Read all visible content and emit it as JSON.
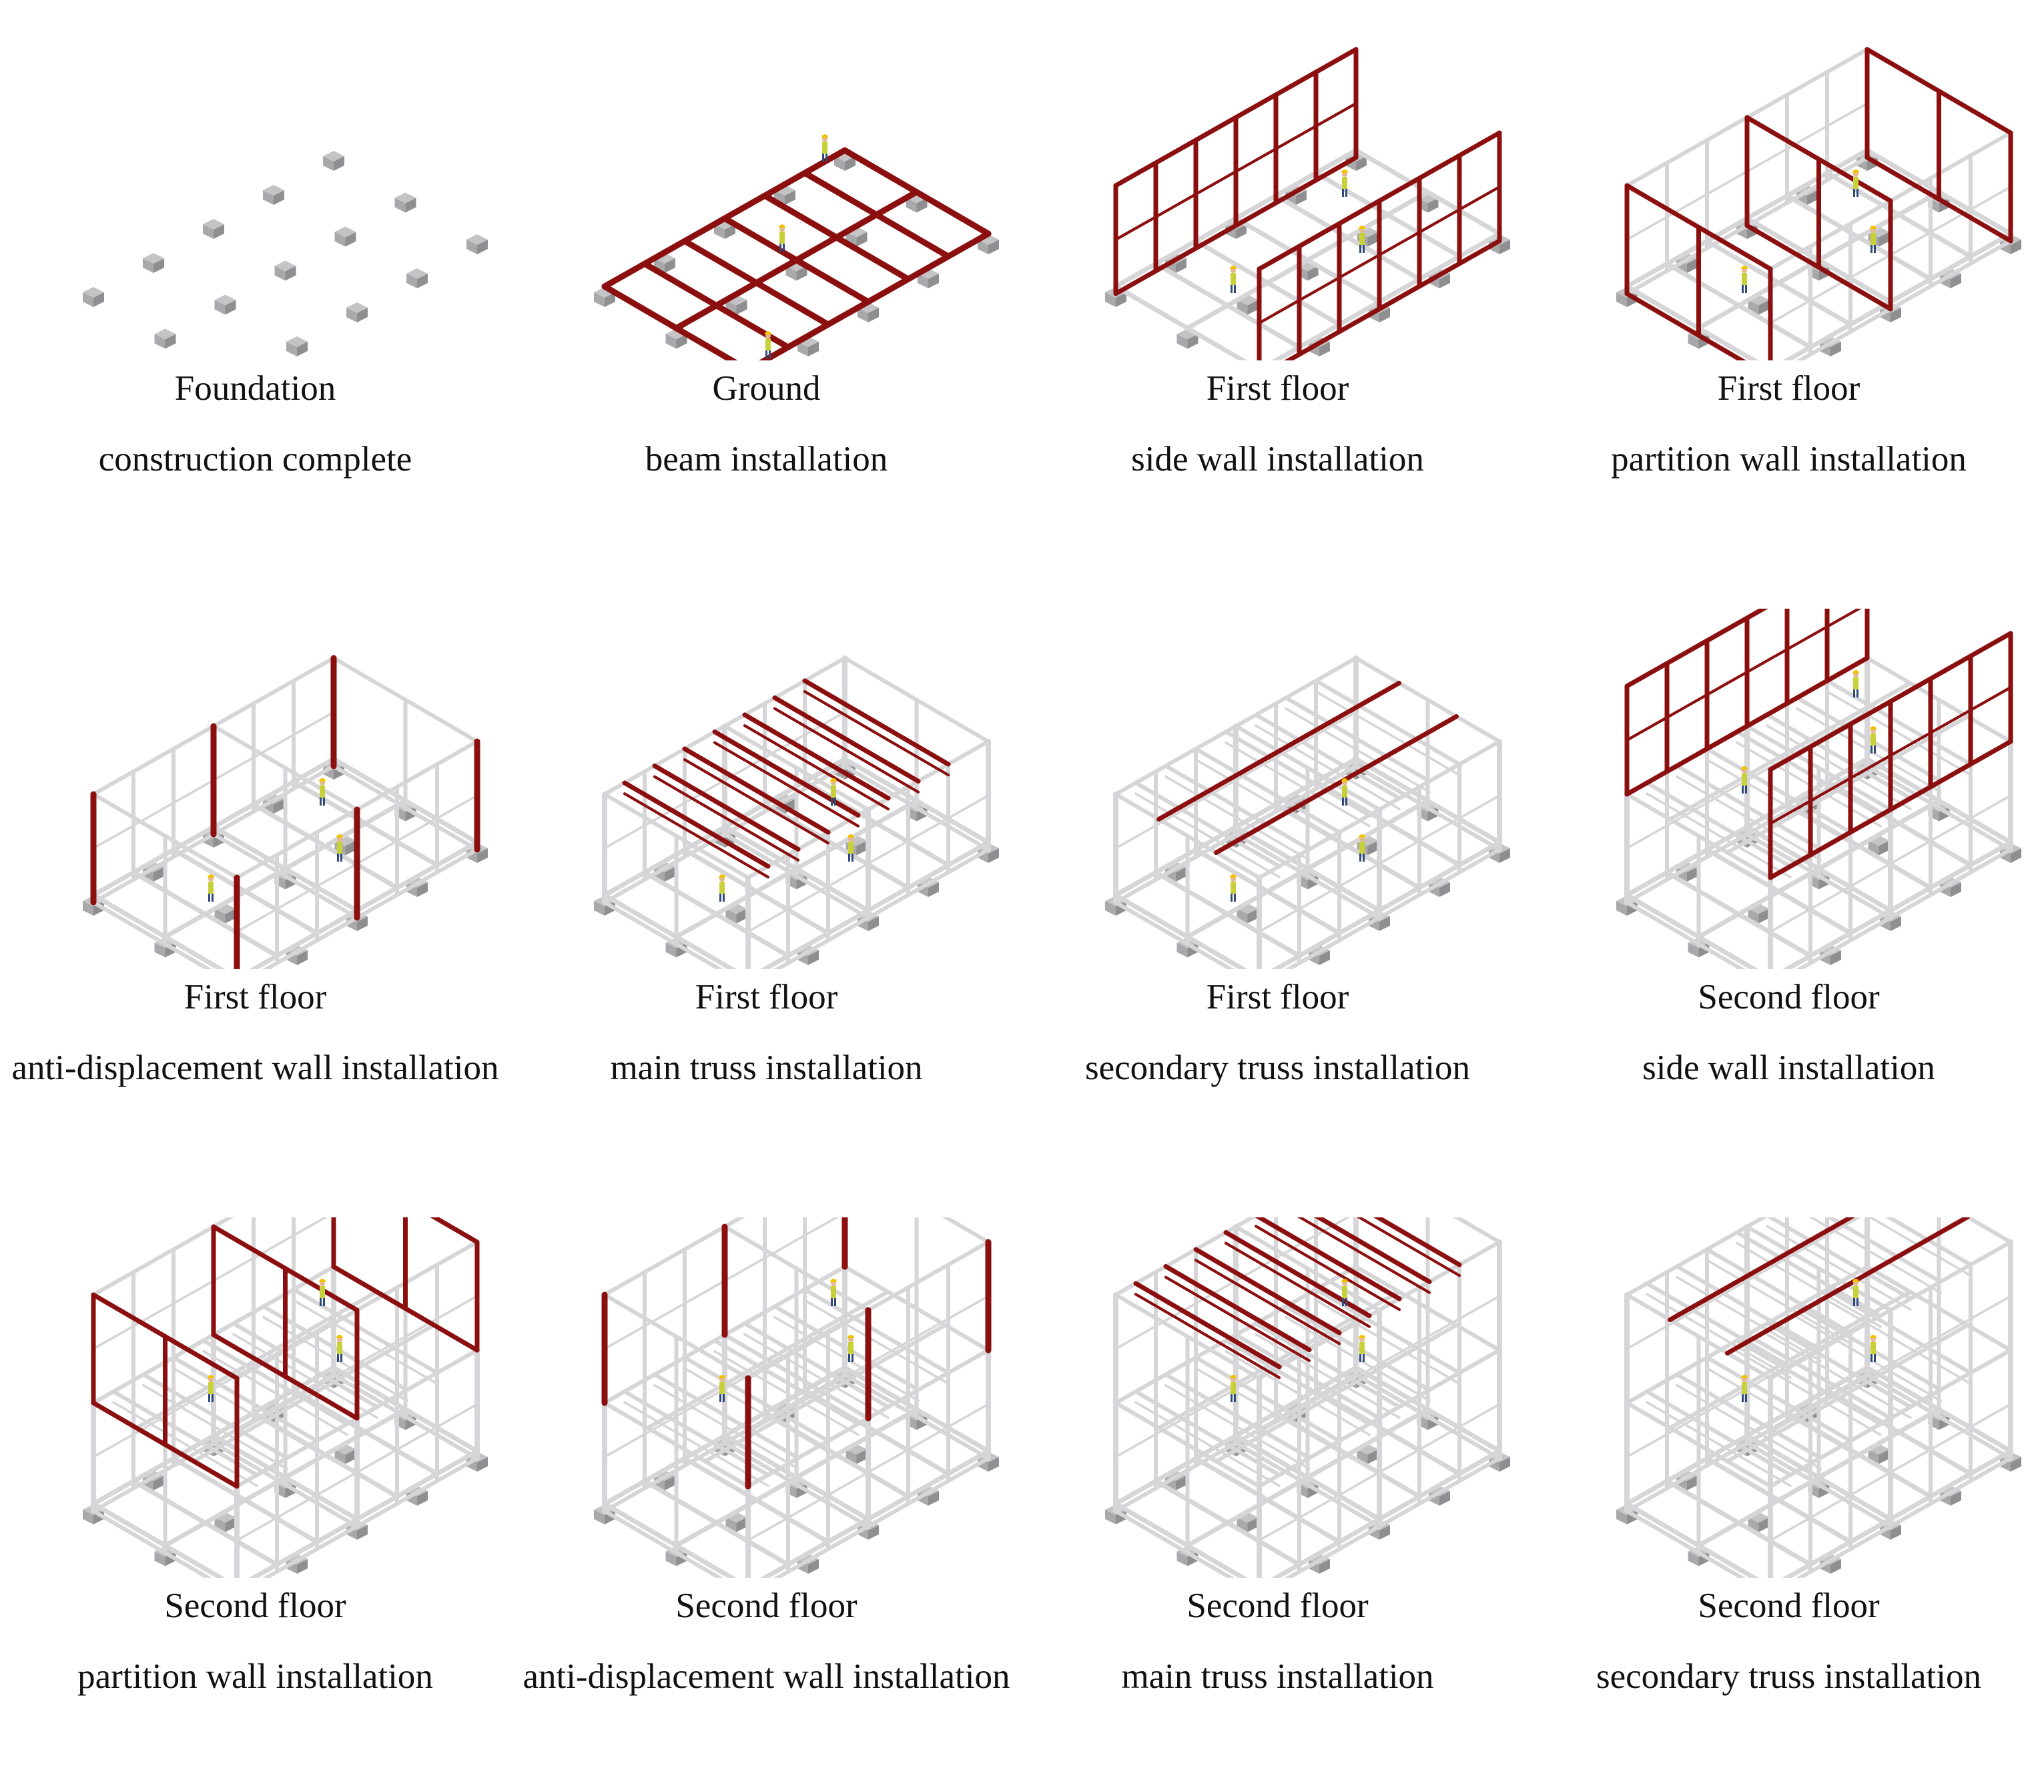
{
  "colors": {
    "new_member": "#8b0f0f",
    "existing_frame": "#d6d6d8",
    "foundation_block": "#a9a9ab",
    "caption_text": "#111111"
  },
  "steps": [
    {
      "id": "s1",
      "line1": "Foundation",
      "line2": "construction complete",
      "stage": "foundation"
    },
    {
      "id": "s2",
      "line1": "Ground",
      "line2": "beam installation",
      "stage": "ground-beam"
    },
    {
      "id": "s3",
      "line1": "First floor",
      "line2": "side wall installation",
      "stage": "side-wall"
    },
    {
      "id": "s4",
      "line1": "First floor",
      "line2": "partition wall installation",
      "stage": "partition-wall"
    },
    {
      "id": "s5",
      "line1": "First floor",
      "line2": "anti-displacement wall installation",
      "stage": "anti-displacement-wall"
    },
    {
      "id": "s6",
      "line1": "First floor",
      "line2": "main truss installation",
      "stage": "main-truss"
    },
    {
      "id": "s7",
      "line1": "First floor",
      "line2": "secondary truss installation",
      "stage": "secondary-truss"
    },
    {
      "id": "s8",
      "line1": "Second floor",
      "line2": "side wall installation",
      "stage": "side-wall"
    },
    {
      "id": "s9",
      "line1": "Second floor",
      "line2": "partition wall installation",
      "stage": "partition-wall"
    },
    {
      "id": "s10",
      "line1": "Second floor",
      "line2": "anti-displacement wall installation",
      "stage": "anti-displacement-wall"
    },
    {
      "id": "s11",
      "line1": "Second floor",
      "line2": "main truss installation",
      "stage": "main-truss"
    },
    {
      "id": "s12",
      "line1": "Second floor",
      "line2": "secondary truss installation",
      "stage": "secondary-truss"
    }
  ]
}
